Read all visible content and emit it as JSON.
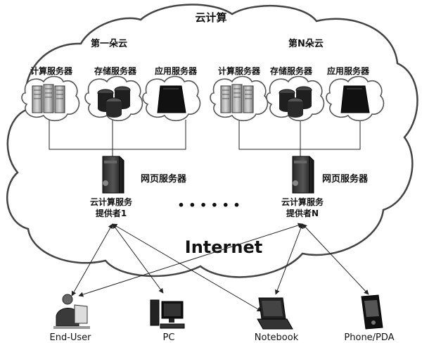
{
  "cloud": {
    "title": "云计算",
    "internet_label": "Internet",
    "ellipsis": "• • • • • •"
  },
  "clouds": [
    {
      "title": "第一朵云",
      "servers": [
        "计算服务器",
        "存储服务器",
        "应用服务器"
      ],
      "web_server": "网页服务器",
      "provider_line1": "云计算服务",
      "provider_line2": "提供者1"
    },
    {
      "title": "第N朵云",
      "servers": [
        "计算服务器",
        "存储服务器",
        "应用服务器"
      ],
      "web_server": "网页服务器",
      "provider_line1": "云计算服务",
      "provider_line2": "提供者N"
    }
  ],
  "devices": [
    {
      "label": "End-User",
      "icon": "end-user-icon"
    },
    {
      "label": "PC",
      "icon": "pc-icon"
    },
    {
      "label": "Notebook",
      "icon": "notebook-icon"
    },
    {
      "label": "Phone/PDA",
      "icon": "phone-pda-icon"
    }
  ]
}
